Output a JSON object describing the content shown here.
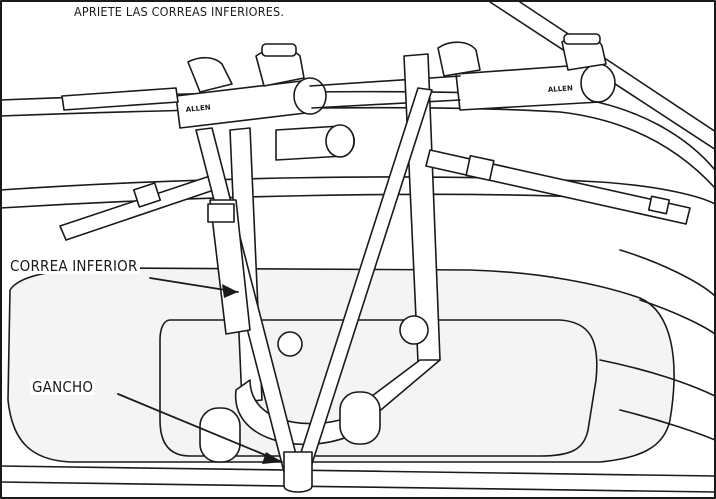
{
  "instruction_text": "APRIETE LAS CORREAS INFERIORES.",
  "callouts": {
    "lower_strap": "CORREA INFERIOR",
    "hook": "GANCHO"
  },
  "brand_marks": [
    "ALLEN",
    "ALLEN"
  ],
  "colors": {
    "line": "#1a1a1a",
    "background": "#ffffff",
    "glass_shade": "#e8e8e8"
  }
}
